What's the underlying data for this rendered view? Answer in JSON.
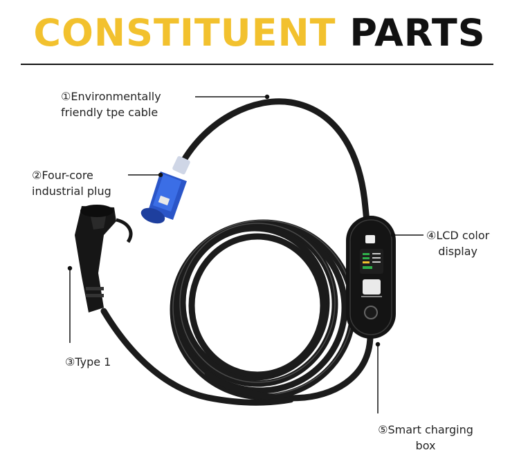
{
  "header": {
    "title_accent": "CONSTITUENT",
    "title_rest": "PARTS"
  },
  "callouts": [
    {
      "line1": "①Environmentally",
      "line2": "friendly tpe cable"
    },
    {
      "line1": "②Four-core",
      "line2": "industrial plug"
    },
    {
      "line1": "③Type 1",
      "line2": ""
    },
    {
      "line1": "④LCD color",
      "line2": "display"
    },
    {
      "line1": "⑤Smart charging",
      "line2": "box"
    }
  ],
  "colors": {
    "accent": "#f2c12e",
    "plug_blue": "#2a55c8",
    "cable": "#1b1b1b"
  }
}
